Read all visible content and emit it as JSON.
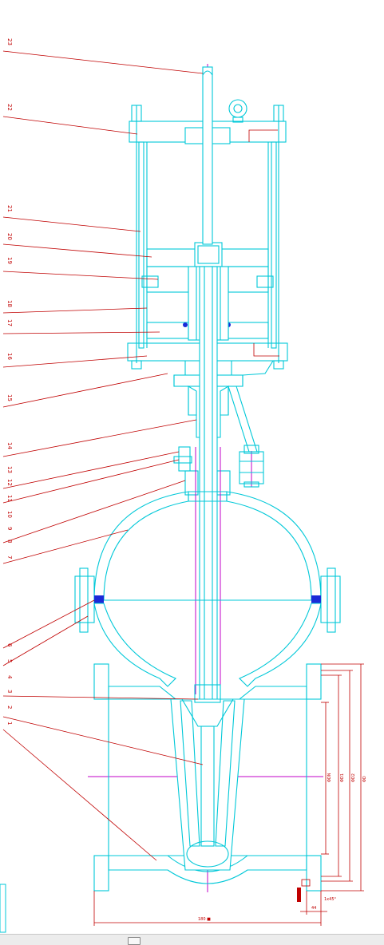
{
  "drawing": {
    "callouts": [
      "23",
      "22",
      "21",
      "20",
      "19",
      "18",
      "17",
      "16",
      "15",
      "14",
      "13",
      "12",
      "11",
      "10",
      "9",
      "8",
      "7",
      "6",
      "5",
      "4",
      "3",
      "2",
      "1"
    ],
    "dimensions": {
      "overall_length": "180 ■",
      "heights": [
        "ΦDN",
        "ΦD1",
        "ΦD2",
        "ΦD"
      ],
      "flange_thickness": "44",
      "chamfer": "1x45°"
    }
  },
  "colors": {
    "body_outline": "#00c8d8",
    "hatching": "#1a2ad8",
    "leaders_dimensions": "#c00000",
    "centerlines": "#c000c8",
    "background": "#ffffff"
  },
  "statusbar": {
    "scroll_thumb": "scrollbar-thumb"
  }
}
